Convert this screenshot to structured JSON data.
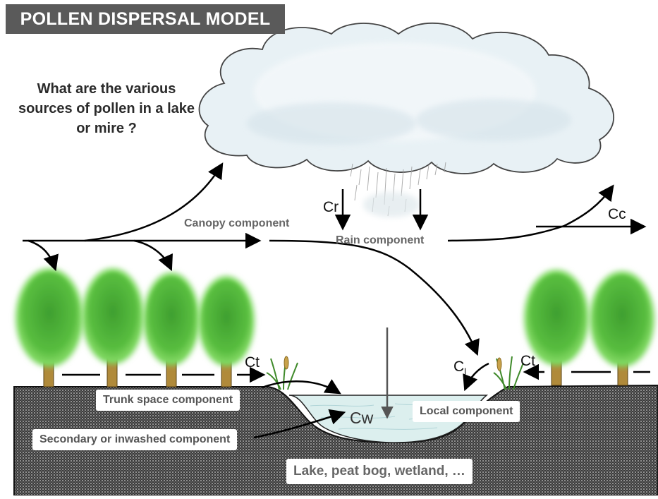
{
  "title": "POLLEN DISPERSAL MODEL",
  "question": "What are the various sources of pollen in a lake or mire ?",
  "labels": {
    "canopy": "Canopy component",
    "rain": "Rain component",
    "trunk_space": "Trunk space component",
    "secondary": "Secondary or inwashed component",
    "local": "Local component",
    "basin": "Lake, peat bog, wetland, …"
  },
  "symbols": {
    "cr": "Cr",
    "cc": "Cc",
    "ct_left": "Ct",
    "ct_right": "Ct",
    "cl_main": "C",
    "cl_sub": "l",
    "cw": "Cw"
  },
  "colors": {
    "title_bg": "#5a5a5a",
    "tree_green": "#5cc043",
    "trunk": "#b08a3a",
    "ground": "#4a4a4a",
    "water": "#d9efee",
    "cloud": "#eaf2f6"
  }
}
